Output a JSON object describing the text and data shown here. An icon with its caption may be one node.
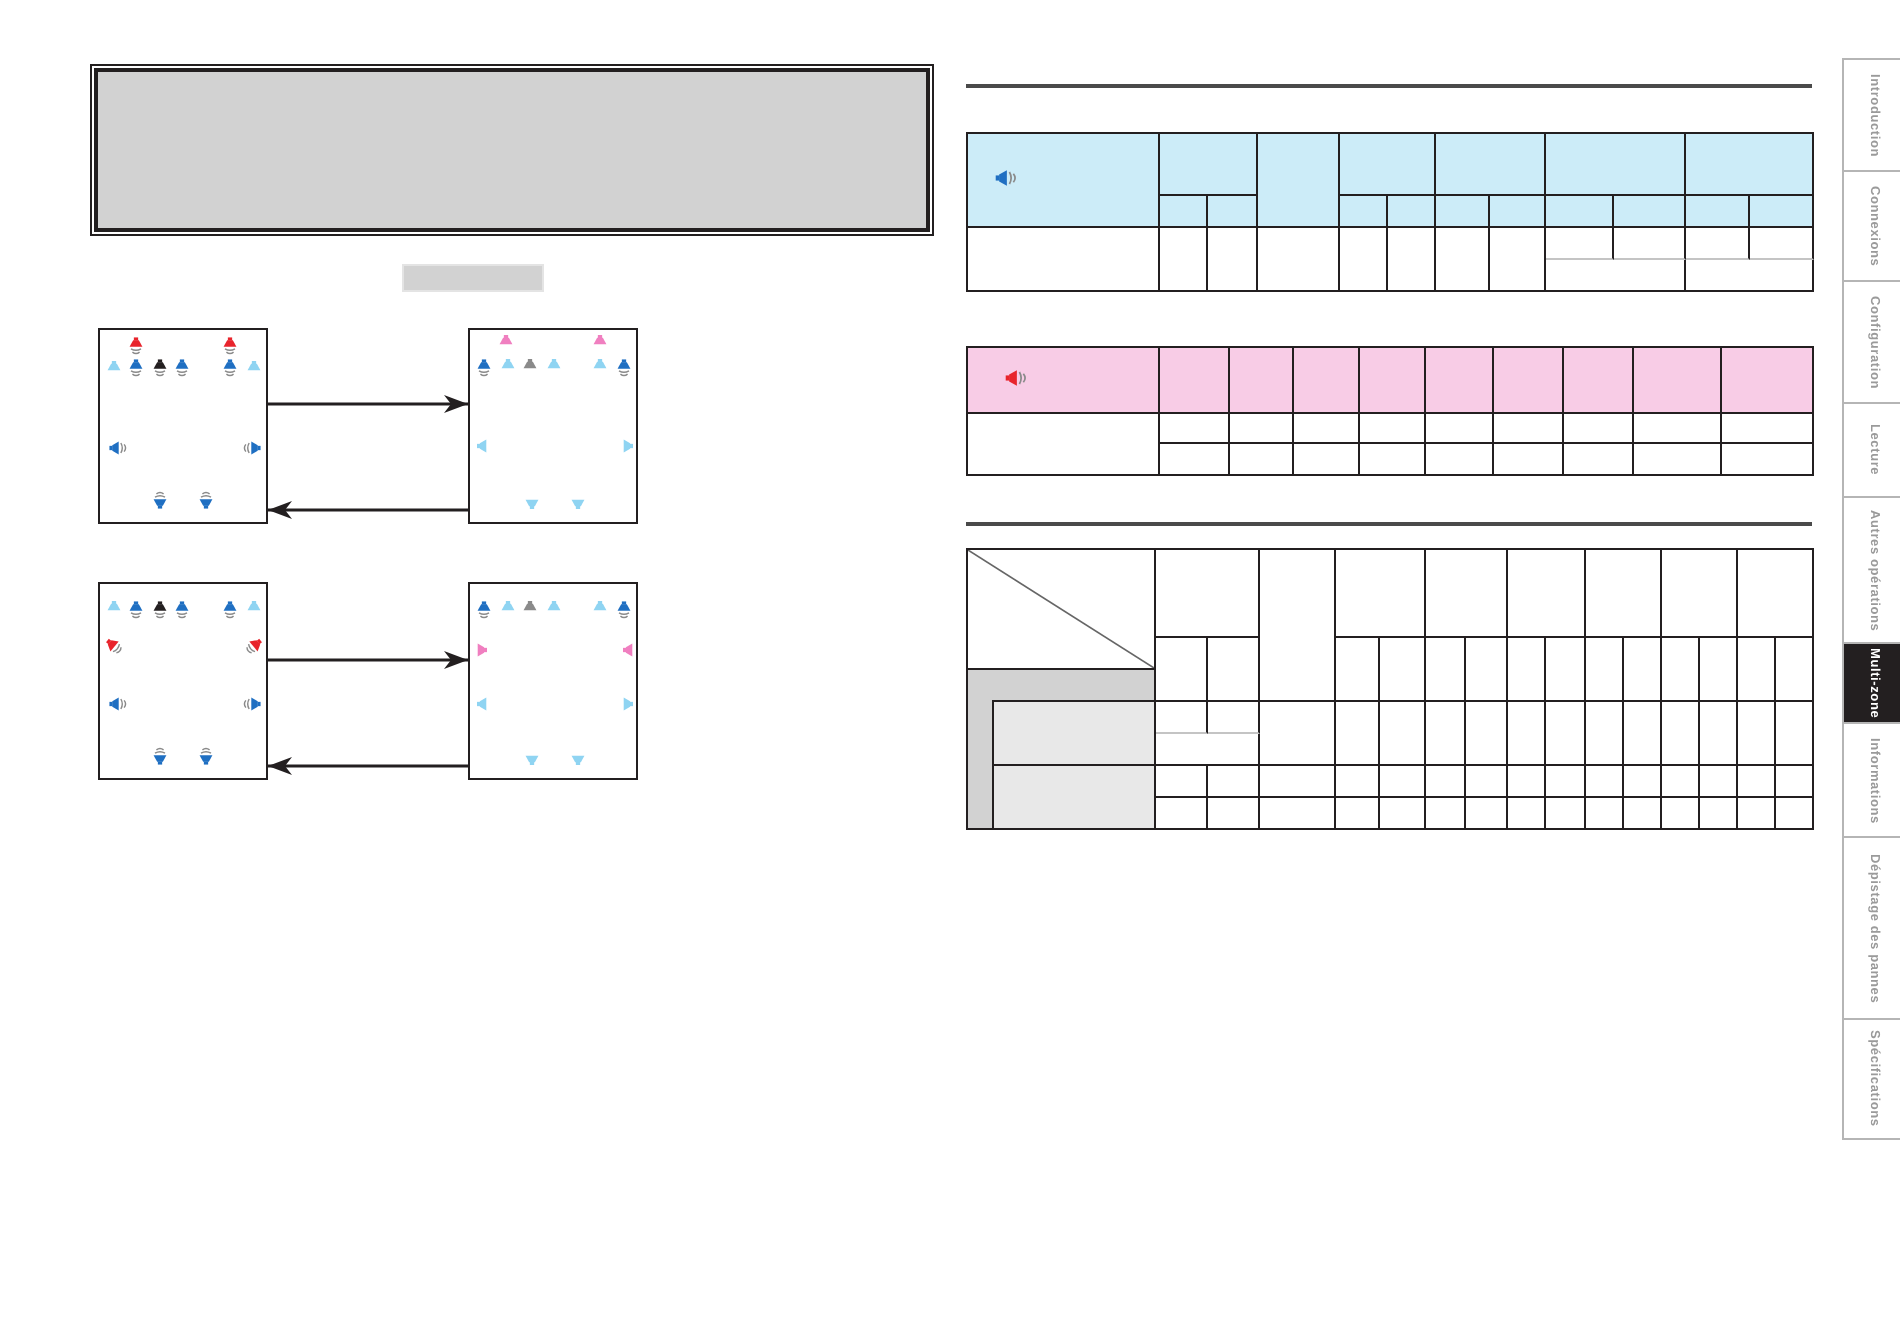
{
  "diagram": {
    "nodes": [
      {
        "text": [],
        "shape": "box"
      },
      {
        "text": [],
        "shape": "box"
      },
      {
        "text": [],
        "shape": "box"
      },
      {
        "text": [],
        "shape": "box"
      },
      {
        "text": [
          "Introduction"
        ]
      },
      {
        "text": [
          "Connexions"
        ]
      },
      {
        "text": [
          "Configuration"
        ]
      },
      {
        "text": [
          "Lecture"
        ]
      },
      {
        "text": [
          "Autres opérations"
        ]
      },
      {
        "text": [
          "Multi-zone"
        ]
      },
      {
        "text": [
          "Informations"
        ]
      },
      {
        "text": [
          "Dépistage des pannes"
        ]
      },
      {
        "text": [
          "Spécifications"
        ]
      }
    ],
    "edges": [
      {
        "from": 0,
        "to": 1,
        "arrow": "to"
      },
      {
        "from": 1,
        "to": 0,
        "arrow": "to"
      },
      {
        "from": 2,
        "to": 3,
        "arrow": "to"
      },
      {
        "from": 3,
        "to": 2,
        "arrow": "to"
      }
    ]
  }
}
